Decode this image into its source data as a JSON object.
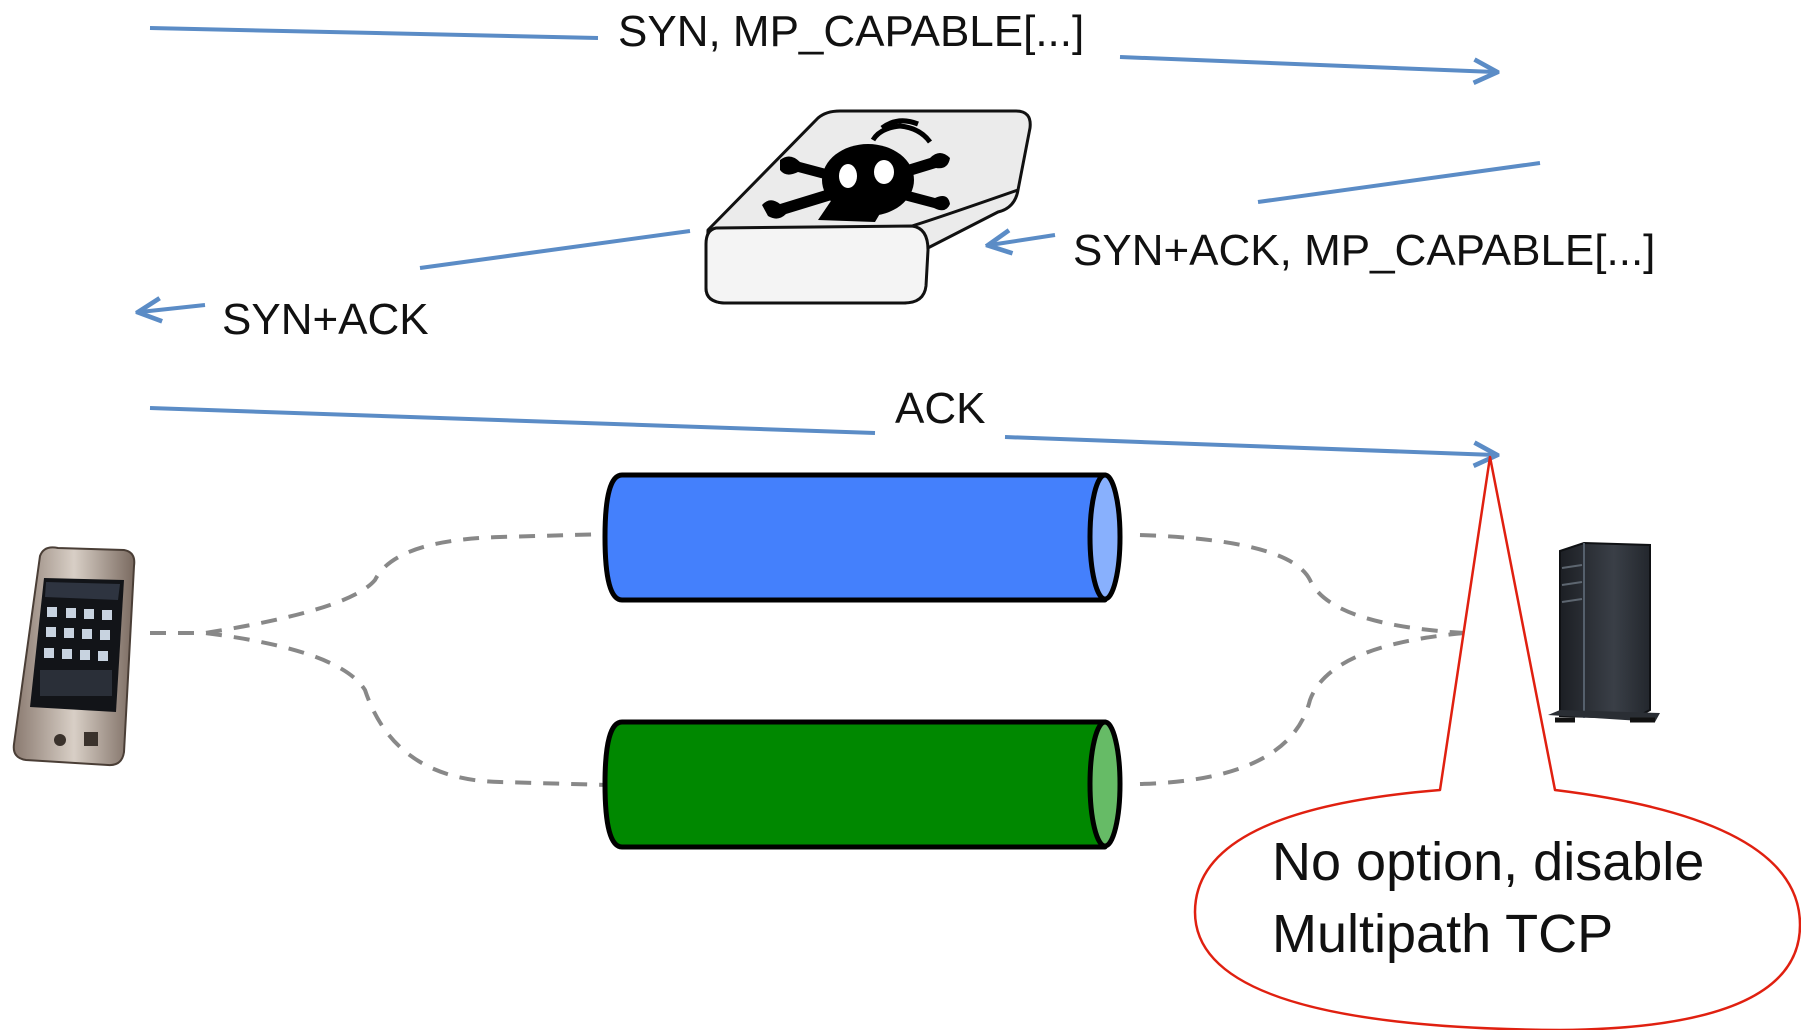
{
  "colors": {
    "arrow": "#5b8cc6",
    "dashed_path": "#888888",
    "upper_tunnel": "#4480fc",
    "upper_tunnel_end": "#88b0fd",
    "lower_tunnel": "#008800",
    "lower_tunnel_end": "#66bb66",
    "callout_border": "#e02010"
  },
  "messages": {
    "syn": "SYN, MP_CAPABLE[...]",
    "synack_server": "SYN+ACK, MP_CAPABLE[...]",
    "synack_client": "SYN+ACK",
    "ack": "ACK"
  },
  "devices": {
    "client": "smartphone-icon",
    "middlebox": "malicious-middlebox-icon",
    "server": "server-tower-icon"
  },
  "callout": {
    "line1": "No option, disable",
    "line2": "Multipath TCP"
  }
}
